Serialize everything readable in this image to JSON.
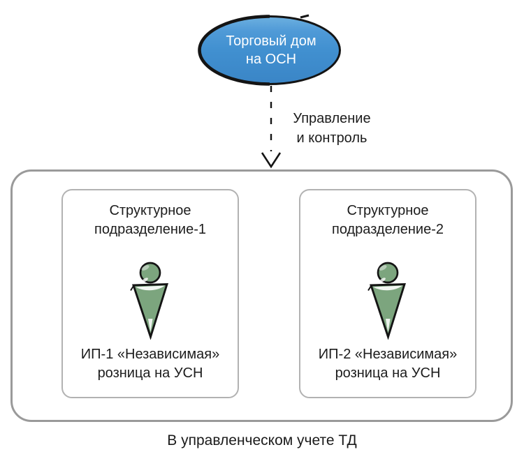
{
  "root_node": {
    "label_line1": "Торговый дом",
    "label_line2": "на ОСН",
    "fill_color": "#4190d0",
    "fill_light_color": "#6db0e0",
    "stroke_color": "#141414",
    "text_color": "#ffffff"
  },
  "arrow": {
    "label_line1": "Управление",
    "label_line2": "и контроль",
    "style": "dashed-down-arrow",
    "color": "#141414"
  },
  "container": {
    "caption": "В управленческом учете ТД",
    "border_color": "#9a9a9a",
    "units": [
      {
        "title_line1": "Структурное",
        "title_line2": "подразделение-1",
        "icon": "person-icon",
        "icon_color": "#7ca57e",
        "subtitle_line1": "ИП-1 «Независимая»",
        "subtitle_line2": "розница на УСН"
      },
      {
        "title_line1": "Структурное",
        "title_line2": "подразделение-2",
        "icon": "person-icon",
        "icon_color": "#7ca57e",
        "subtitle_line1": "ИП-2 «Независимая»",
        "subtitle_line2": "розница на УСН"
      }
    ],
    "unit_border_color": "#b2b2b2"
  },
  "colors": {
    "text": "#1c1c1c",
    "background": "#ffffff"
  }
}
